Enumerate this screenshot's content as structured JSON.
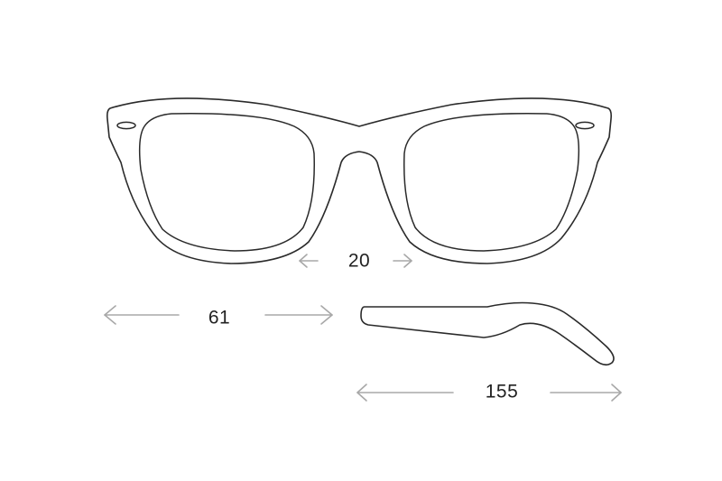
{
  "dimensions": {
    "bridge_width": "20",
    "lens_width": "61",
    "temple_length": "155"
  },
  "colors": {
    "line": "#2a2a2a",
    "arrow": "#a8a8a8",
    "text": "#222222"
  }
}
